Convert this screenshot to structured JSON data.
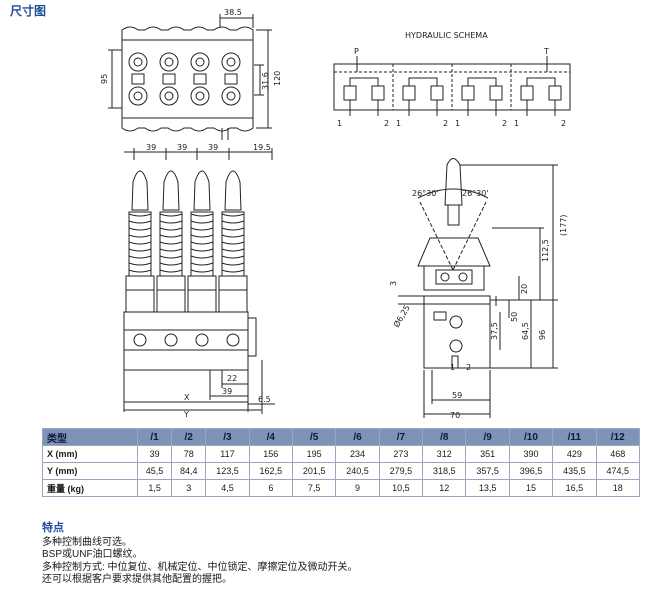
{
  "page_title": "尺寸图",
  "schema_label": "HYDRAULIC SCHEMA",
  "schema_ports": {
    "p": "P",
    "t": "T",
    "port1": "1",
    "port2": "2"
  },
  "dimensions": {
    "top_width": "38.5",
    "top_height_left": "95",
    "top_height_right": "120",
    "top_inner": "31.6",
    "front_pitch": "39",
    "front_side": "19.5",
    "front_x": "X",
    "front_y": "Y",
    "front_22": "22",
    "front_39b": "39",
    "front_65": "6.5",
    "side_angle_left": "26°30'",
    "side_angle_right": "26°30'",
    "side_177": "(177)",
    "side_1125": "112,5",
    "side_3": "3",
    "side_20": "20",
    "side_375": "37,5",
    "side_50": "50",
    "side_645": "64,5",
    "side_96": "96",
    "side_dia": "Ø6,25",
    "side_59": "59",
    "side_70": "70",
    "side_p1": "1",
    "side_p2": "2"
  },
  "table": {
    "headers": [
      "类型",
      "/1",
      "/2",
      "/3",
      "/4",
      "/5",
      "/6",
      "/7",
      "/8",
      "/9",
      "/10",
      "/11",
      "/12"
    ],
    "rows": [
      {
        "label": "X (mm)",
        "values": [
          "39",
          "78",
          "117",
          "156",
          "195",
          "234",
          "273",
          "312",
          "351",
          "390",
          "429",
          "468"
        ]
      },
      {
        "label": "Y (mm)",
        "values": [
          "45,5",
          "84,4",
          "123,5",
          "162,5",
          "201,5",
          "240,5",
          "279,5",
          "318,5",
          "357,5",
          "396,5",
          "435,5",
          "474,5"
        ]
      },
      {
        "label": "重量 (kg)",
        "values": [
          "1,5",
          "3",
          "4,5",
          "6",
          "7,5",
          "9",
          "10,5",
          "12",
          "13,5",
          "15",
          "16,5",
          "18"
        ]
      }
    ]
  },
  "features": {
    "title": "特点",
    "lines": [
      "多种控制曲线可选。",
      "BSP或UNF油口螺纹。",
      "多种控制方式: 中位复位、机械定位、中位锁定、摩擦定位及微动开关。",
      "还可以根据客户要求提供其他配置的握把。"
    ]
  },
  "colors": {
    "header_bg": "#7e93b7",
    "title": "#1f4e99",
    "line": "#222222"
  }
}
